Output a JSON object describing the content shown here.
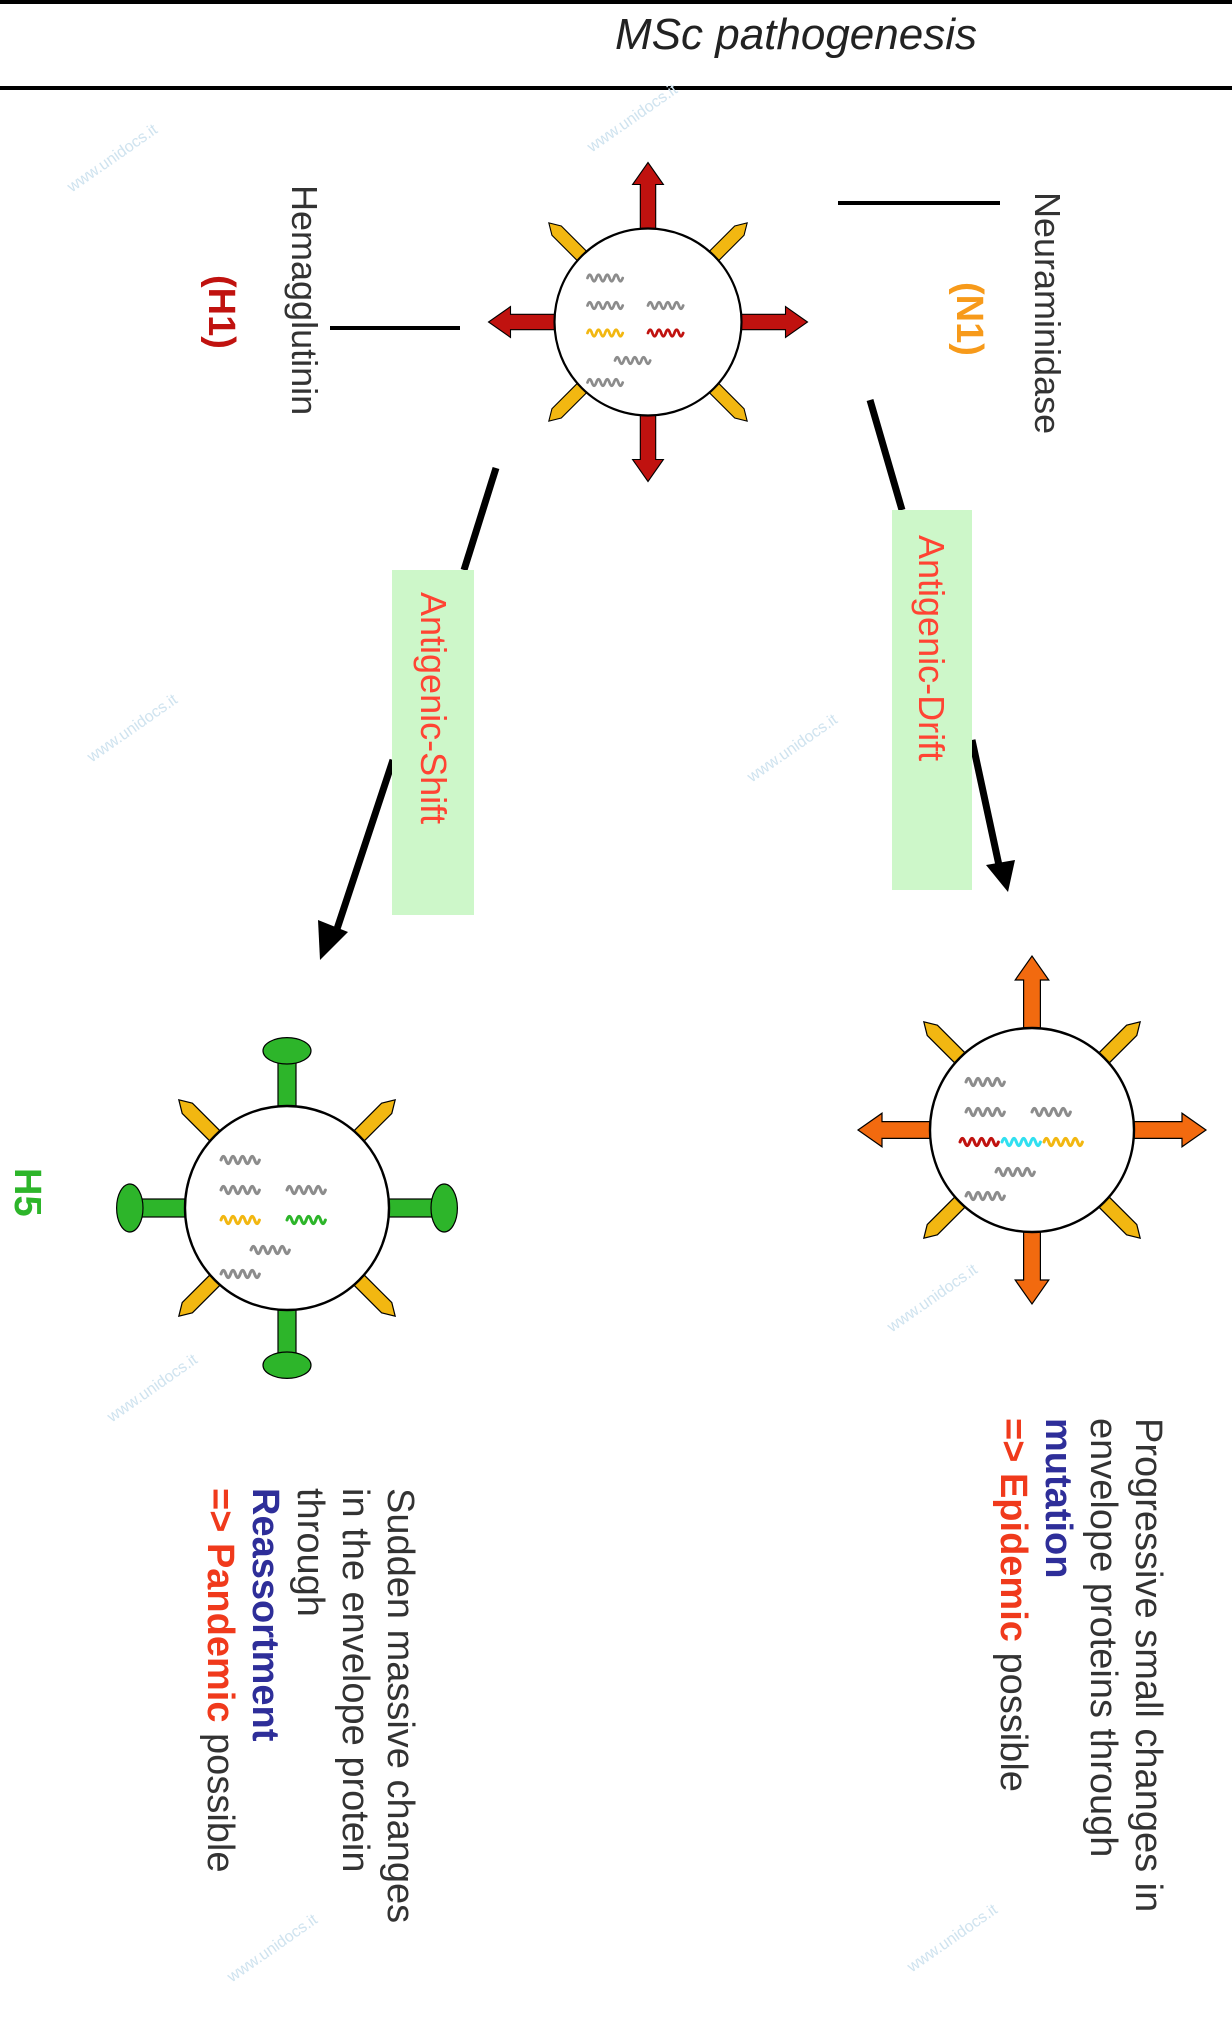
{
  "header": {
    "title": "MSc pathogenesis"
  },
  "labels": {
    "hemagglutinin": "Hemagglutinin",
    "h1": "(H1)",
    "neuraminidase": "Neuraminidase",
    "n1": "(N1)",
    "h5": "H5"
  },
  "transitions": {
    "shift": "Antigenic-Shift",
    "drift": "Antigenic-Drift"
  },
  "drift_description": {
    "line1": "Progressive small changes in",
    "line2": "envelope proteins through",
    "mutation": "mutation",
    "arrow": "=>",
    "epidemic": "Epidemic",
    "possible": "possible"
  },
  "shift_description": {
    "line1": "Sudden massive changes",
    "line2": "in the envelope protein",
    "line3": "through",
    "reassortment": "Reassortment",
    "arrow": "=>",
    "pandemic": "Pandemic",
    "possible": "possible"
  },
  "watermark": "www.unidocs.it",
  "colors": {
    "hemagglutinin_h1": "#c0120f",
    "hemagglutinin_h5": "#2db52a",
    "neuraminidase": "#f2b711",
    "mutated_h1": "#f26a0f",
    "mutation_marker": "#30e0f0",
    "rna": "#8c8c8c",
    "drift_shift_box": "#cdf7c9",
    "drift_shift_text": "#ff4433"
  },
  "icons": {
    "virus_original": "influenza-virus-h1n1-icon",
    "virus_drift": "influenza-virus-drifted-icon",
    "virus_shift": "influenza-virus-h5-icon"
  }
}
